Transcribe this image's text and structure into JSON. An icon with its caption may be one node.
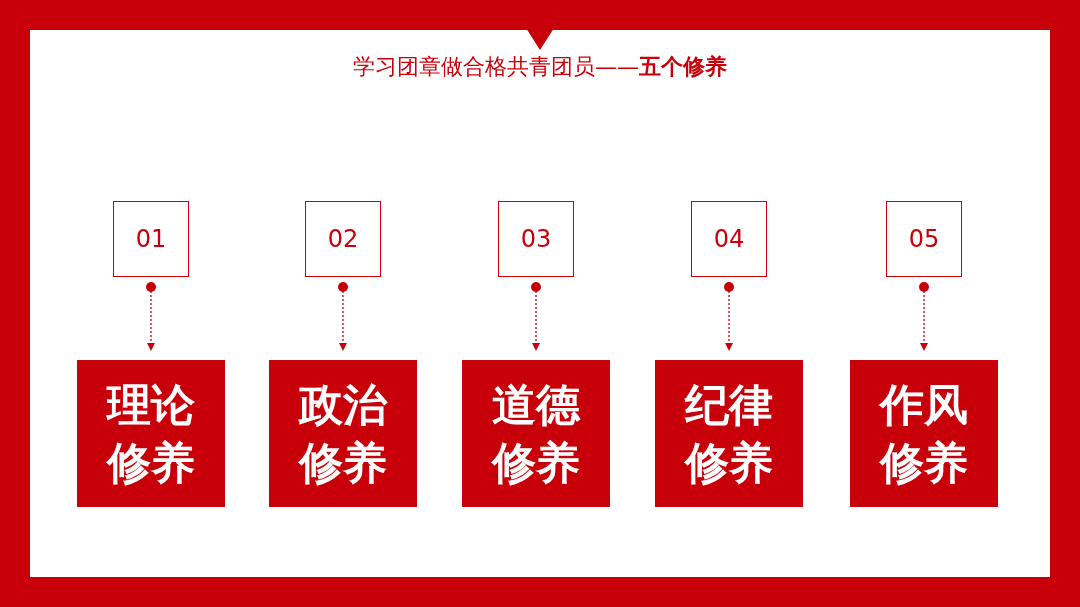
{
  "diagram": {
    "title": "学习团章做合格共青团员——**五个修养**",
    "nodes": [
      {
        "text": [
          "01"
        ]
      },
      {
        "text": [
          "02"
        ]
      },
      {
        "text": [
          "03"
        ]
      },
      {
        "text": [
          "04"
        ]
      },
      {
        "text": [
          "05"
        ]
      },
      {
        "text": [
          "理论修养"
        ]
      },
      {
        "text": [
          "政治修养"
        ]
      },
      {
        "text": [
          "道德修养"
        ]
      },
      {
        "text": [
          "纪律修养"
        ]
      },
      {
        "text": [
          "作风修养"
        ]
      }
    ],
    "edges": [
      {
        "from": 0,
        "to": 5,
        "arrow": "to",
        "style": "dashed"
      },
      {
        "from": 1,
        "to": 6,
        "arrow": "to",
        "style": "dashed"
      },
      {
        "from": 2,
        "to": 7,
        "arrow": "to",
        "style": "dashed"
      },
      {
        "from": 3,
        "to": 8,
        "arrow": "to",
        "style": "dashed"
      },
      {
        "from": 4,
        "to": 9,
        "arrow": "to",
        "style": "dashed"
      }
    ]
  }
}
